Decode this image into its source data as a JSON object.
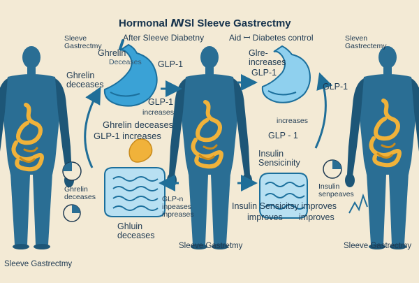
{
  "diagram": {
    "title": "Hormonal ꟿSl Sleeve Gastrectmy",
    "subtitle_left": "After Sleeve Diabetny",
    "subtitle_right": "Aid ꟷ Diabetes control",
    "left_panel": {
      "label_top_line1": "Sleeve",
      "label_top_line2": "Gastrectmy",
      "ghrelin_line1": "Ghrelin",
      "ghrelin_line2": "Deceases",
      "ghrelin_side_line1": "Ghrelin",
      "ghrelin_side_line2": "deceases",
      "ghrelin_chart_line1": "Ghrelin",
      "ghrelin_chart_line2": "deceases",
      "caption": "Sleeve Gastrectmy"
    },
    "center_panel": {
      "glp1_top": "GLP-1",
      "glp1_mid": "GLP-1",
      "increases": "increases",
      "ghrelin_deceases": "Ghrelin deceases",
      "glp1_increases": "GLP-1 increases",
      "glp_n_line1": "GLP-n",
      "glp_n_line2": "inpeases",
      "glp_n_line3": "inpreases",
      "ghluin_line1": "Ghluin",
      "ghluin_line2": "deceases",
      "caption": "Sleeve Gastretmy"
    },
    "right_panel": {
      "label_top_line1": "Sleven",
      "label_top_line2": "Gastrectemy",
      "glre_line1": "Glre-",
      "glre_line2": "increases",
      "glp1_a": "GLP-1",
      "glp1_b": "GLP-1",
      "glp1_c": "GLP - 1",
      "increases": "increases",
      "insulin_line1": "Insulin",
      "insulin_line2": "Sensicinity",
      "insulin_side_line1": "Insulin",
      "insulin_side_line2": "senpeaves",
      "insulin_improves_line1": "Insulin Sensicitsy improves",
      "insulin_improves_line2a": "improves",
      "insulin_improves_line2b": "improves",
      "caption": "Sleeve Gastrectmy"
    },
    "colors": {
      "background": "#f3ead5",
      "body": "#2a6e94",
      "body_dark": "#1d5677",
      "stomach": "#f0b23a",
      "stomach_dark": "#c98b1c",
      "organ_blue": "#3aa2d6",
      "organ_blue_dark": "#1b6f9c",
      "arrow": "#1f6e98",
      "text": "#1f3a52"
    }
  }
}
